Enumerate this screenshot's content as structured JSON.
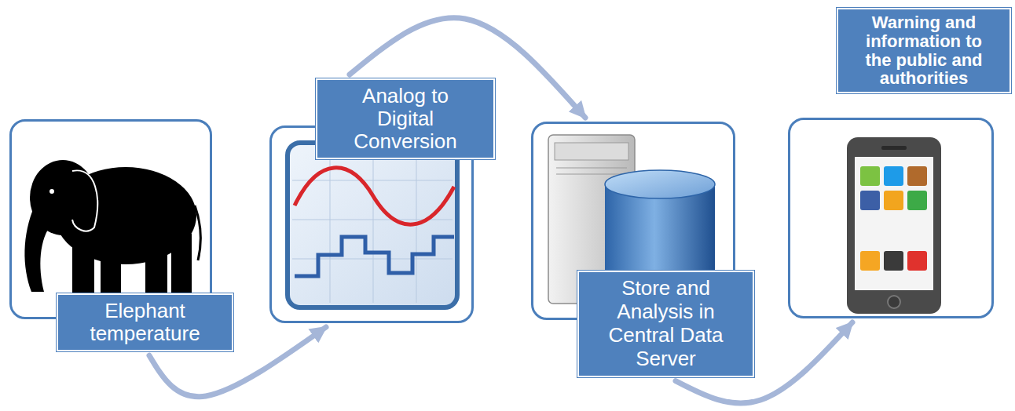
{
  "diagram": {
    "nodes": [
      {
        "text": [
          "Elephant temperature"
        ]
      },
      {
        "text": [
          "Analog to Digital Conversion"
        ]
      },
      {
        "text": [
          "Store and Analysis in Central Data Server"
        ]
      },
      {
        "text": [
          "Warning and information to the public and authorities"
        ]
      }
    ],
    "edges": [
      {
        "from": 0,
        "to": 1,
        "arrow": "to"
      },
      {
        "from": 1,
        "to": 2,
        "arrow": "to"
      },
      {
        "from": 2,
        "to": 3,
        "arrow": "to"
      }
    ]
  }
}
